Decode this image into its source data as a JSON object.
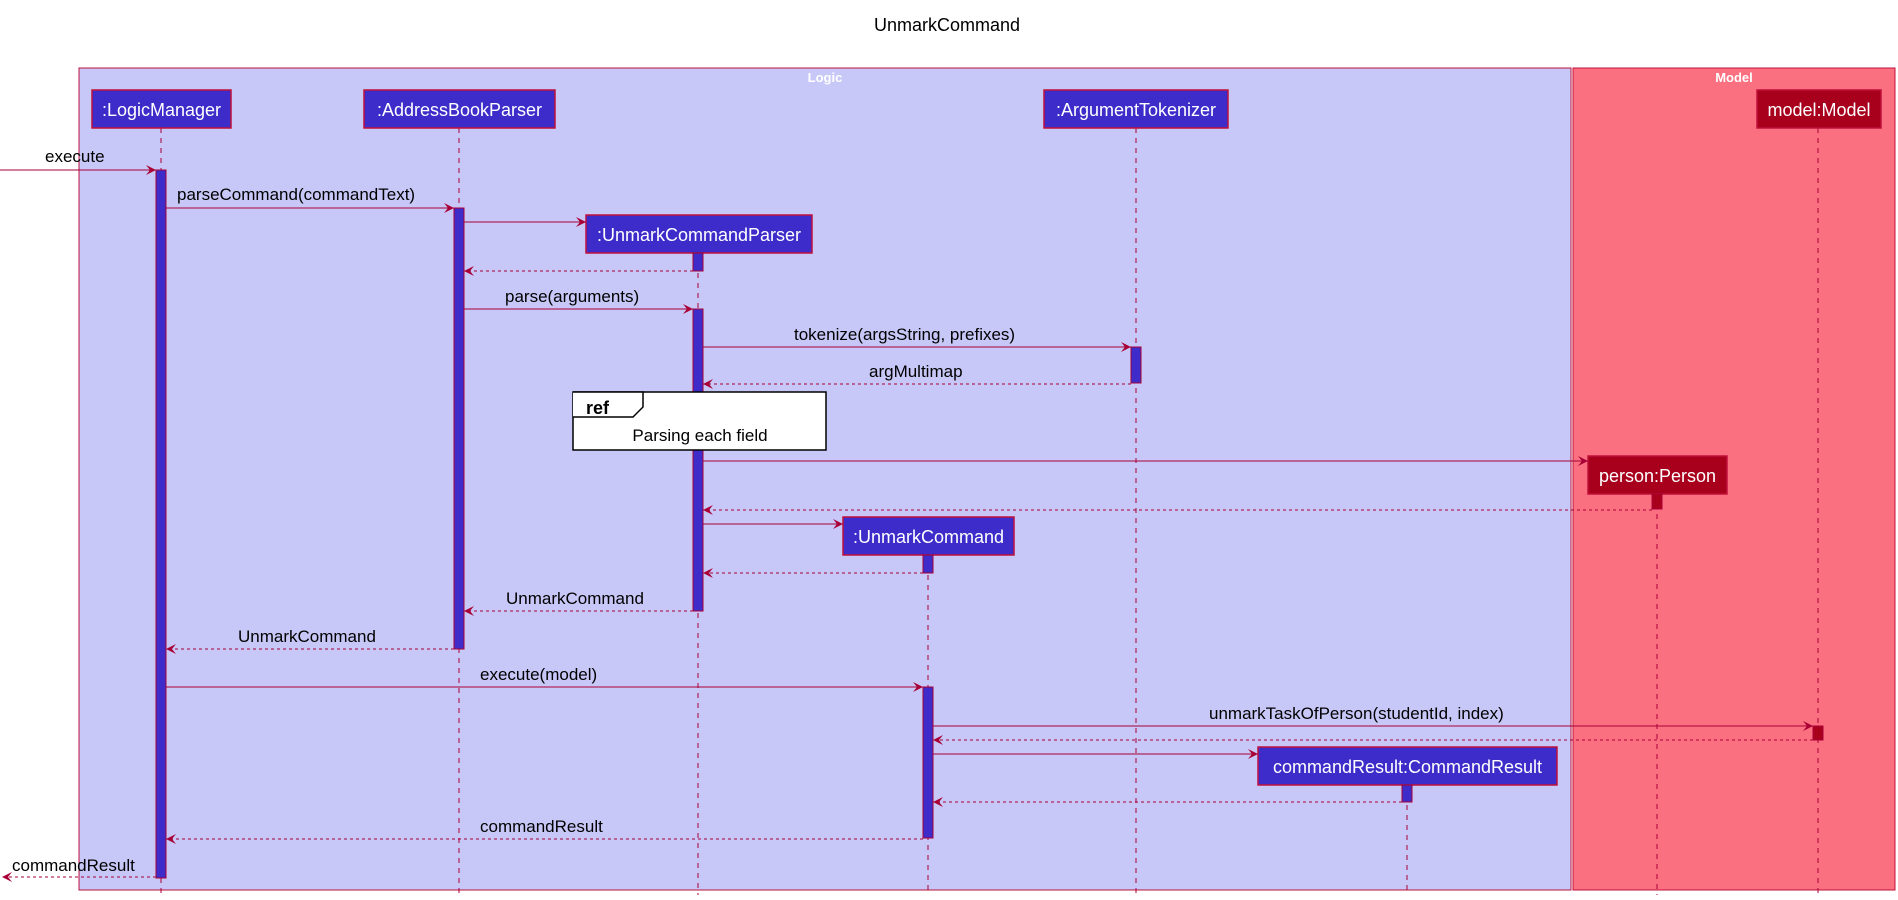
{
  "title": "UnmarkCommand",
  "colors": {
    "logic_box": "#c8c8f8",
    "model_box": "#fb7080",
    "border": "#c0103a",
    "logic_participant": "#3d2cc9",
    "model_participant": "#a8001c",
    "arrow": "#a80036"
  },
  "boxes": {
    "logic": "Logic",
    "model": "Model"
  },
  "participants": {
    "logic_manager": ":LogicManager",
    "address_book_parser": ":AddressBookParser",
    "argument_tokenizer": ":ArgumentTokenizer",
    "model": "model:Model",
    "unmark_command_parser": ":UnmarkCommandParser",
    "person": "person:Person",
    "unmark_command": ":UnmarkCommand",
    "command_result": "commandResult:CommandResult"
  },
  "messages": {
    "execute_in": "execute",
    "parse_command": "parseCommand(commandText)",
    "parse": "parse(arguments)",
    "tokenize": "tokenize(argsString, prefixes)",
    "arg_multimap": "argMultimap",
    "unmark_command_return_1": "UnmarkCommand",
    "unmark_command_return_2": "UnmarkCommand",
    "execute_model": "execute(model)",
    "unmark_task": "unmarkTaskOfPerson(studentId, index)",
    "command_result_return": "commandResult",
    "command_result_out": "commandResult"
  },
  "ref": {
    "keyword": "ref",
    "text": "Parsing each field"
  }
}
